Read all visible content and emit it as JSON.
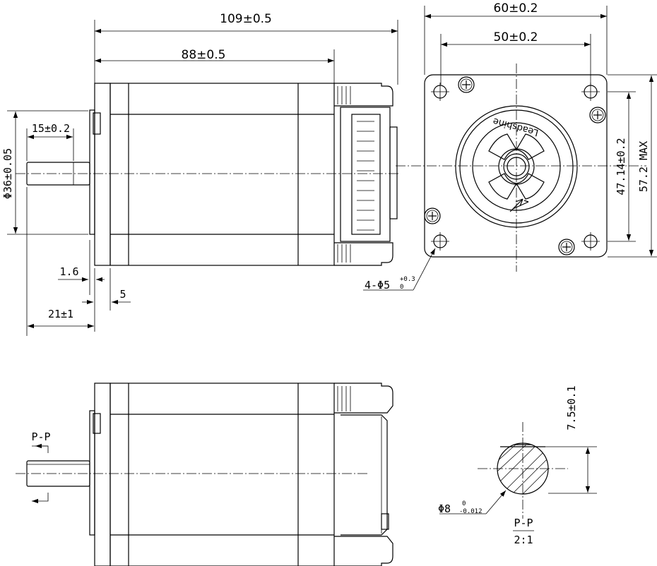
{
  "dimensions": {
    "overall_length": "109±0.5",
    "body_length": "88±0.5",
    "flange_width": "60±0.2",
    "hole_spacing": "50±0.2",
    "shaft_flat_length": "15±0.2",
    "pilot_diameter": "Φ36±0.05",
    "pilot_height": "1.6",
    "flange_thickness": "5",
    "shaft_length": "21±1",
    "mounting_holes_prefix": "4-Φ5",
    "mounting_holes_tol_upper": "+0.3",
    "mounting_holes_tol_lower": "0",
    "vertical_hole_spacing": "47.14±0.2",
    "height_max": "57.2 MAX",
    "flat_depth": "7.5±0.1",
    "shaft_diameter": "Φ8",
    "shaft_tol_upper": "0",
    "shaft_tol_lower": "-0.012"
  },
  "labels": {
    "section_marker": "P-P",
    "detail_title": "P-P",
    "detail_scale": "2:1",
    "brand": "Leadshine"
  }
}
